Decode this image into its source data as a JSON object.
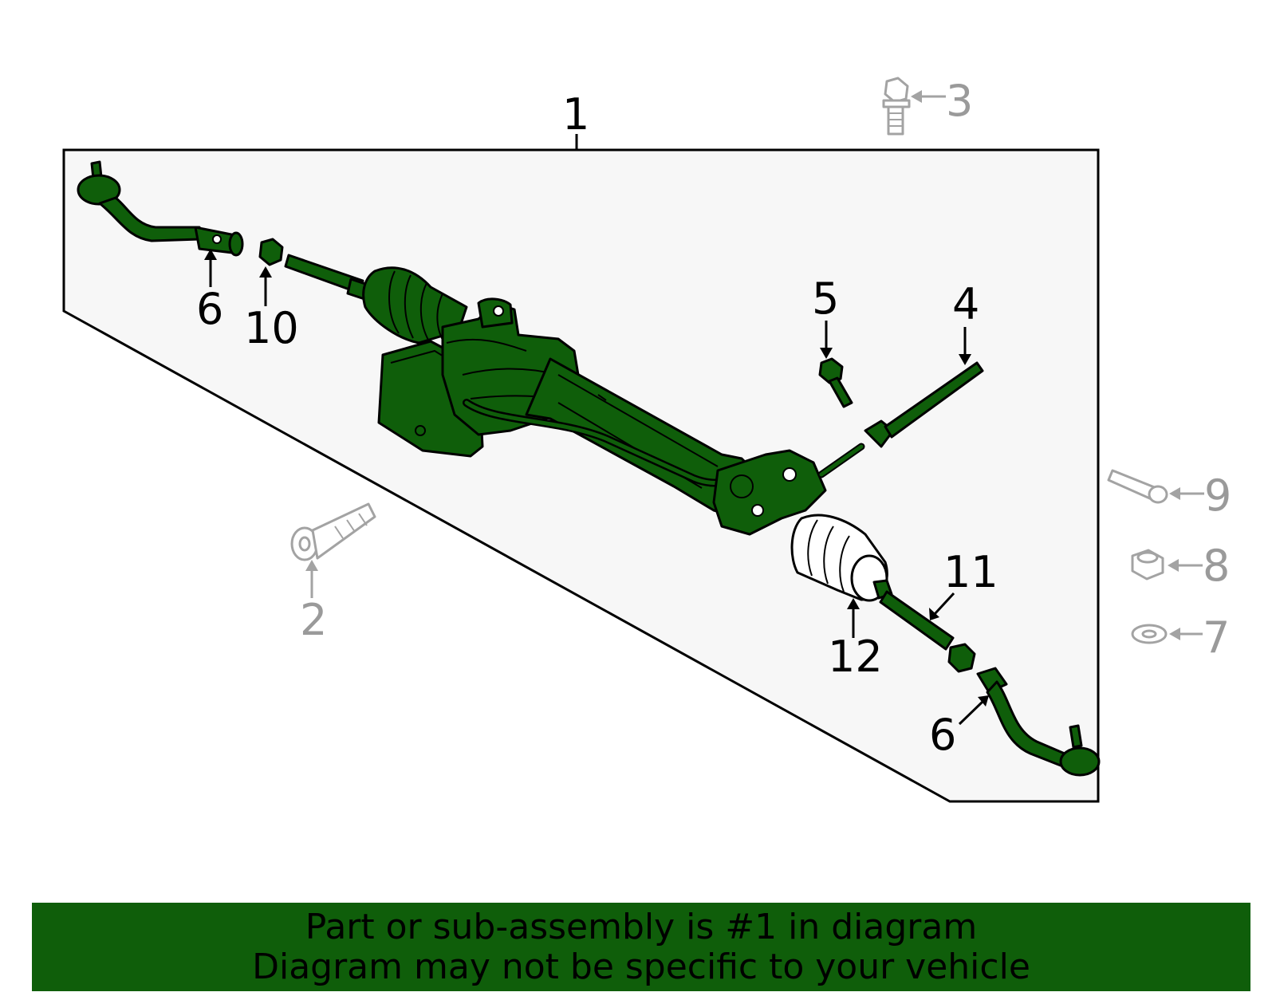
{
  "callouts": {
    "c1": "1",
    "c2": "2",
    "c3": "3",
    "c4": "4",
    "c5": "5",
    "c6_left": "6",
    "c6_right": "6",
    "c7": "7",
    "c8": "8",
    "c9": "9",
    "c10": "10",
    "c11": "11",
    "c12": "12"
  },
  "banner": {
    "line1": "Part or sub-assembly is #1 in diagram",
    "line2": "Diagram may not be specific to your vehicle"
  },
  "colors": {
    "highlight": "#0f5e0a",
    "hardware": "#a3a3a3",
    "panel": "#f7f7f7"
  }
}
